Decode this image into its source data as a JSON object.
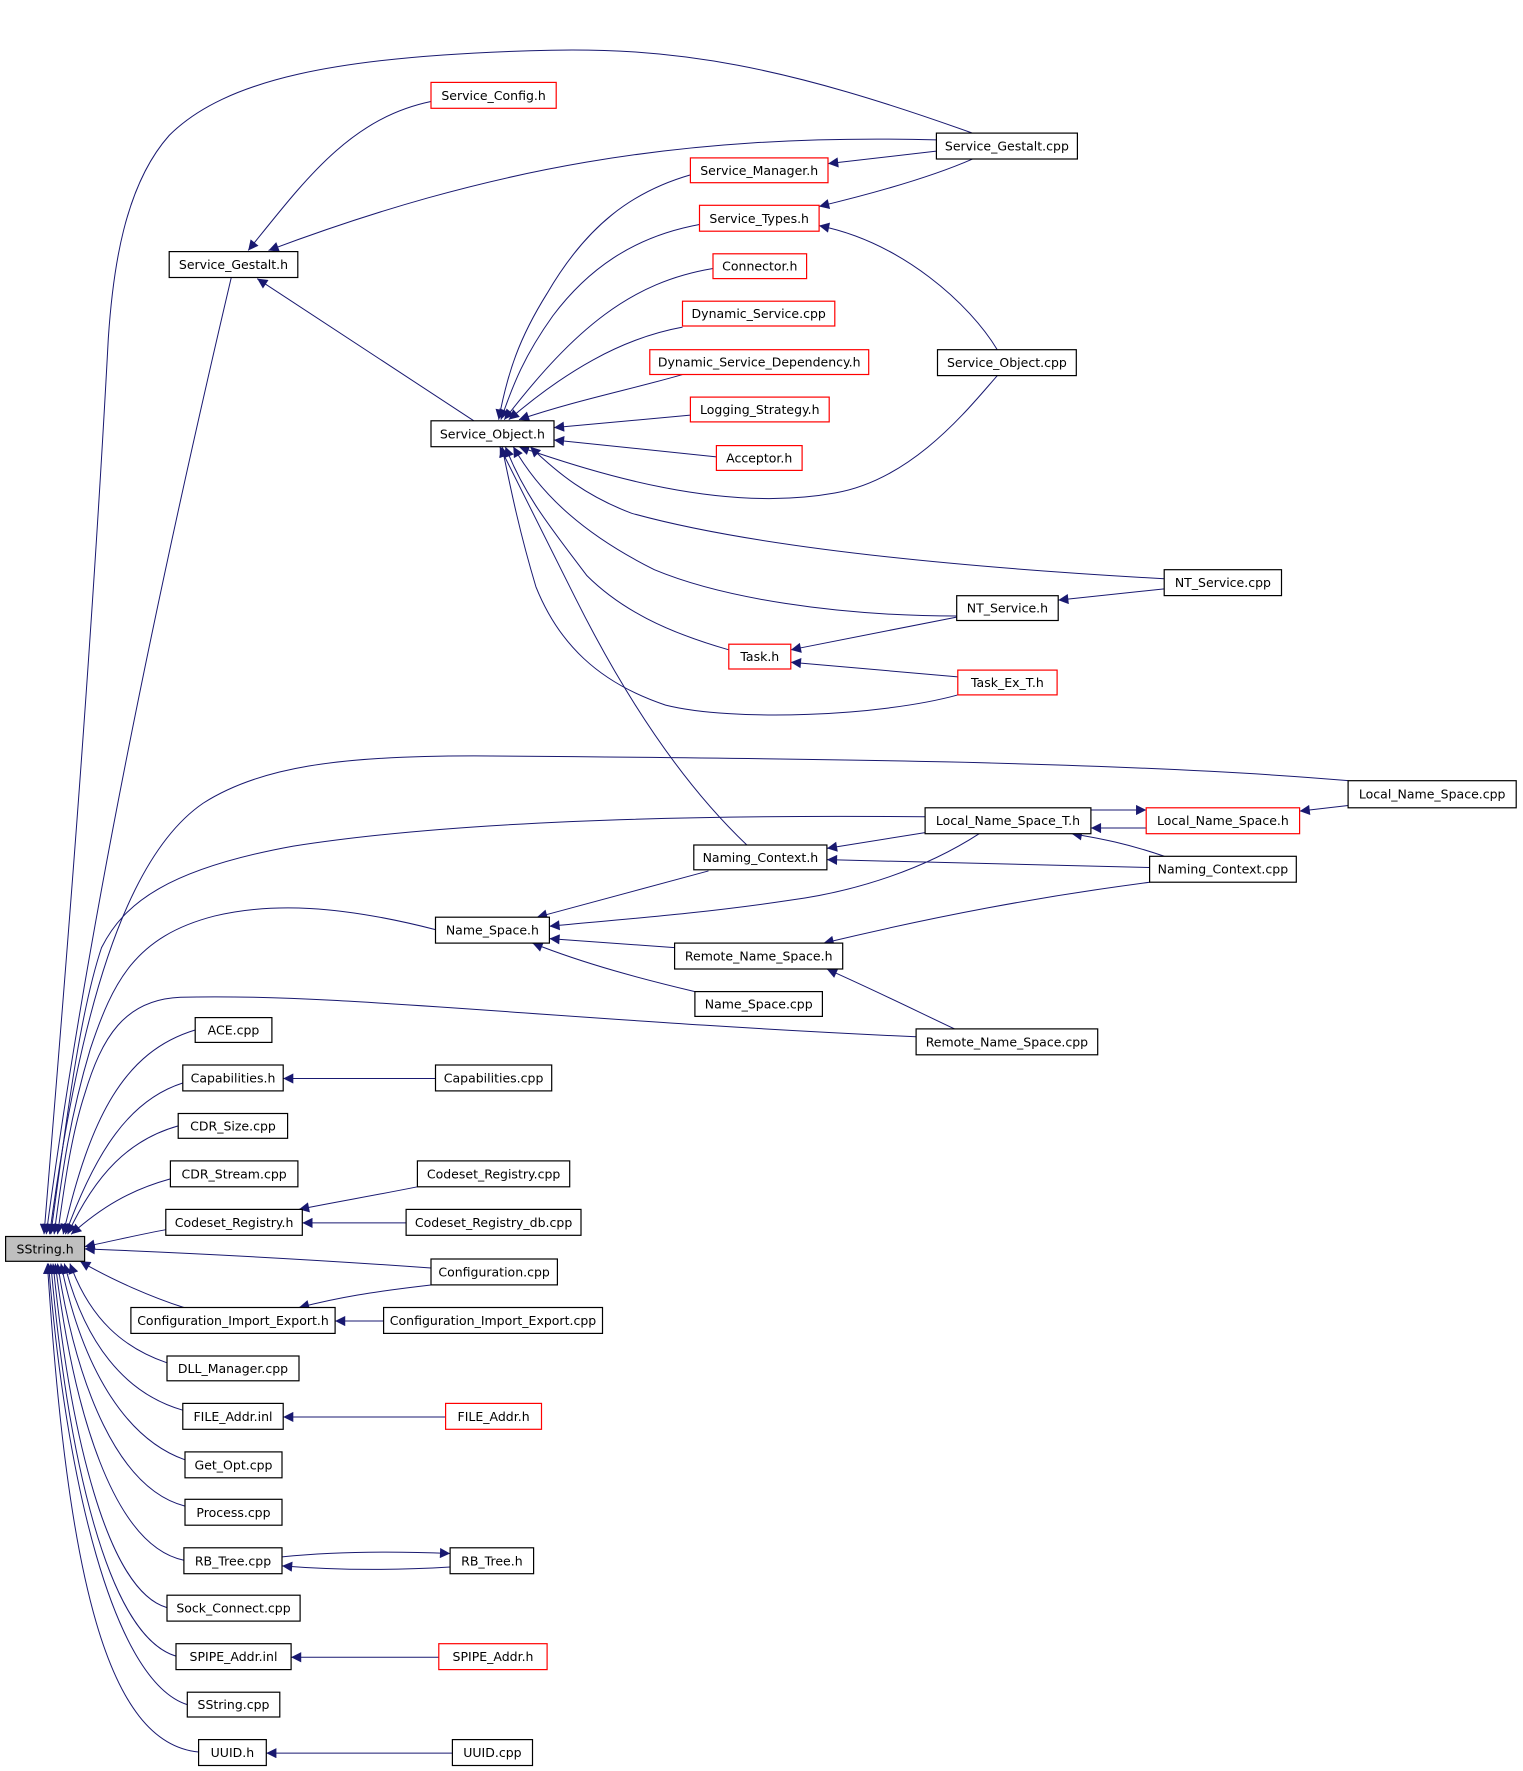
{
  "colors": {
    "edge": "#191970",
    "node_border": "#000000",
    "truncated_border": "#ff0000",
    "root_fill": "#bfbfbf"
  },
  "nodes": [
    {
      "id": "sstring_h",
      "label": "SString.h",
      "root": true,
      "truncated": false
    },
    {
      "id": "service_config_h",
      "label": "Service_Config.h",
      "truncated": true
    },
    {
      "id": "service_gestalt_cpp",
      "label": "Service_Gestalt.cpp",
      "truncated": false
    },
    {
      "id": "service_manager_h",
      "label": "Service_Manager.h",
      "truncated": true
    },
    {
      "id": "service_types_h",
      "label": "Service_Types.h",
      "truncated": true
    },
    {
      "id": "service_gestalt_h",
      "label": "Service_Gestalt.h",
      "truncated": false
    },
    {
      "id": "connector_h",
      "label": "Connector.h",
      "truncated": true
    },
    {
      "id": "dynamic_service_cpp",
      "label": "Dynamic_Service.cpp",
      "truncated": true
    },
    {
      "id": "dynamic_service_dependency_h",
      "label": "Dynamic_Service_Dependency.h",
      "truncated": true
    },
    {
      "id": "service_object_cpp",
      "label": "Service_Object.cpp",
      "truncated": false
    },
    {
      "id": "logging_strategy_h",
      "label": "Logging_Strategy.h",
      "truncated": true
    },
    {
      "id": "service_object_h",
      "label": "Service_Object.h",
      "truncated": false
    },
    {
      "id": "acceptor_h",
      "label": "Acceptor.h",
      "truncated": true
    },
    {
      "id": "nt_service_cpp",
      "label": "NT_Service.cpp",
      "truncated": false
    },
    {
      "id": "nt_service_h",
      "label": "NT_Service.h",
      "truncated": false
    },
    {
      "id": "task_h",
      "label": "Task.h",
      "truncated": true
    },
    {
      "id": "task_ex_t_h",
      "label": "Task_Ex_T.h",
      "truncated": true
    },
    {
      "id": "local_name_space_cpp",
      "label": "Local_Name_Space.cpp",
      "truncated": false
    },
    {
      "id": "local_name_space_t_h",
      "label": "Local_Name_Space_T.h",
      "truncated": false
    },
    {
      "id": "local_name_space_h",
      "label": "Local_Name_Space.h",
      "truncated": true
    },
    {
      "id": "naming_context_h",
      "label": "Naming_Context.h",
      "truncated": false
    },
    {
      "id": "naming_context_cpp",
      "label": "Naming_Context.cpp",
      "truncated": false
    },
    {
      "id": "name_space_h",
      "label": "Name_Space.h",
      "truncated": false
    },
    {
      "id": "remote_name_space_h",
      "label": "Remote_Name_Space.h",
      "truncated": false
    },
    {
      "id": "name_space_cpp",
      "label": "Name_Space.cpp",
      "truncated": false
    },
    {
      "id": "remote_name_space_cpp",
      "label": "Remote_Name_Space.cpp",
      "truncated": false
    },
    {
      "id": "ace_cpp",
      "label": "ACE.cpp",
      "truncated": false
    },
    {
      "id": "capabilities_h",
      "label": "Capabilities.h",
      "truncated": false
    },
    {
      "id": "capabilities_cpp",
      "label": "Capabilities.cpp",
      "truncated": false
    },
    {
      "id": "cdr_size_cpp",
      "label": "CDR_Size.cpp",
      "truncated": false
    },
    {
      "id": "cdr_stream_cpp",
      "label": "CDR_Stream.cpp",
      "truncated": false
    },
    {
      "id": "codeset_registry_cpp",
      "label": "Codeset_Registry.cpp",
      "truncated": false
    },
    {
      "id": "codeset_registry_h",
      "label": "Codeset_Registry.h",
      "truncated": false
    },
    {
      "id": "codeset_registry_db_cpp",
      "label": "Codeset_Registry_db.cpp",
      "truncated": false
    },
    {
      "id": "configuration_cpp",
      "label": "Configuration.cpp",
      "truncated": false
    },
    {
      "id": "configuration_import_export_h",
      "label": "Configuration_Import_Export.h",
      "truncated": false
    },
    {
      "id": "configuration_import_export_cpp",
      "label": "Configuration_Import_Export.cpp",
      "truncated": false
    },
    {
      "id": "dll_manager_cpp",
      "label": "DLL_Manager.cpp",
      "truncated": false
    },
    {
      "id": "file_addr_inl",
      "label": "FILE_Addr.inl",
      "truncated": false
    },
    {
      "id": "file_addr_h",
      "label": "FILE_Addr.h",
      "truncated": true
    },
    {
      "id": "get_opt_cpp",
      "label": "Get_Opt.cpp",
      "truncated": false
    },
    {
      "id": "process_cpp",
      "label": "Process.cpp",
      "truncated": false
    },
    {
      "id": "rb_tree_cpp",
      "label": "RB_Tree.cpp",
      "truncated": false
    },
    {
      "id": "rb_tree_h",
      "label": "RB_Tree.h",
      "truncated": false
    },
    {
      "id": "sock_connect_cpp",
      "label": "Sock_Connect.cpp",
      "truncated": false
    },
    {
      "id": "spipe_addr_inl",
      "label": "SPIPE_Addr.inl",
      "truncated": false
    },
    {
      "id": "spipe_addr_h",
      "label": "SPIPE_Addr.h",
      "truncated": true
    },
    {
      "id": "sstring_cpp",
      "label": "SString.cpp",
      "truncated": false
    },
    {
      "id": "uuid_h",
      "label": "UUID.h",
      "truncated": false
    },
    {
      "id": "uuid_cpp",
      "label": "UUID.cpp",
      "truncated": false
    }
  ],
  "edges": [
    {
      "from": "service_gestalt_h",
      "to": "sstring_h"
    },
    {
      "from": "service_gestalt_cpp",
      "to": "sstring_h"
    },
    {
      "from": "local_name_space_cpp",
      "to": "sstring_h"
    },
    {
      "from": "local_name_space_t_h",
      "to": "sstring_h"
    },
    {
      "from": "name_space_h",
      "to": "sstring_h"
    },
    {
      "from": "remote_name_space_cpp",
      "to": "sstring_h"
    },
    {
      "from": "ace_cpp",
      "to": "sstring_h"
    },
    {
      "from": "capabilities_h",
      "to": "sstring_h"
    },
    {
      "from": "cdr_size_cpp",
      "to": "sstring_h"
    },
    {
      "from": "cdr_stream_cpp",
      "to": "sstring_h"
    },
    {
      "from": "codeset_registry_h",
      "to": "sstring_h"
    },
    {
      "from": "configuration_cpp",
      "to": "sstring_h"
    },
    {
      "from": "configuration_import_export_h",
      "to": "sstring_h"
    },
    {
      "from": "dll_manager_cpp",
      "to": "sstring_h"
    },
    {
      "from": "file_addr_inl",
      "to": "sstring_h"
    },
    {
      "from": "get_opt_cpp",
      "to": "sstring_h"
    },
    {
      "from": "process_cpp",
      "to": "sstring_h"
    },
    {
      "from": "rb_tree_cpp",
      "to": "sstring_h"
    },
    {
      "from": "sock_connect_cpp",
      "to": "sstring_h"
    },
    {
      "from": "spipe_addr_inl",
      "to": "sstring_h"
    },
    {
      "from": "sstring_cpp",
      "to": "sstring_h"
    },
    {
      "from": "uuid_h",
      "to": "sstring_h"
    },
    {
      "from": "service_config_h",
      "to": "service_gestalt_h"
    },
    {
      "from": "service_gestalt_cpp",
      "to": "service_gestalt_h"
    },
    {
      "from": "service_object_h",
      "to": "service_gestalt_h"
    },
    {
      "from": "service_gestalt_cpp",
      "to": "service_manager_h"
    },
    {
      "from": "service_gestalt_cpp",
      "to": "service_types_h"
    },
    {
      "from": "service_object_cpp",
      "to": "service_types_h"
    },
    {
      "from": "service_manager_h",
      "to": "service_object_h"
    },
    {
      "from": "service_types_h",
      "to": "service_object_h"
    },
    {
      "from": "connector_h",
      "to": "service_object_h"
    },
    {
      "from": "dynamic_service_cpp",
      "to": "service_object_h"
    },
    {
      "from": "dynamic_service_dependency_h",
      "to": "service_object_h"
    },
    {
      "from": "logging_strategy_h",
      "to": "service_object_h"
    },
    {
      "from": "acceptor_h",
      "to": "service_object_h"
    },
    {
      "from": "service_object_cpp",
      "to": "service_object_h"
    },
    {
      "from": "nt_service_cpp",
      "to": "service_object_h"
    },
    {
      "from": "nt_service_h",
      "to": "service_object_h"
    },
    {
      "from": "task_h",
      "to": "service_object_h"
    },
    {
      "from": "task_ex_t_h",
      "to": "service_object_h"
    },
    {
      "from": "naming_context_h",
      "to": "service_object_h"
    },
    {
      "from": "nt_service_cpp",
      "to": "nt_service_h"
    },
    {
      "from": "nt_service_h",
      "to": "task_h"
    },
    {
      "from": "task_ex_t_h",
      "to": "task_h"
    },
    {
      "from": "local_name_space_cpp",
      "to": "local_name_space_h"
    },
    {
      "from": "local_name_space_t_h",
      "to": "local_name_space_h"
    },
    {
      "from": "local_name_space_h",
      "to": "local_name_space_t_h"
    },
    {
      "from": "naming_context_cpp",
      "to": "local_name_space_t_h"
    },
    {
      "from": "local_name_space_t_h",
      "to": "naming_context_h"
    },
    {
      "from": "naming_context_cpp",
      "to": "naming_context_h"
    },
    {
      "from": "naming_context_h",
      "to": "name_space_h"
    },
    {
      "from": "local_name_space_t_h",
      "to": "name_space_h"
    },
    {
      "from": "remote_name_space_h",
      "to": "name_space_h"
    },
    {
      "from": "name_space_cpp",
      "to": "name_space_h"
    },
    {
      "from": "naming_context_cpp",
      "to": "remote_name_space_h"
    },
    {
      "from": "remote_name_space_cpp",
      "to": "remote_name_space_h"
    },
    {
      "from": "capabilities_cpp",
      "to": "capabilities_h"
    },
    {
      "from": "codeset_registry_cpp",
      "to": "codeset_registry_h"
    },
    {
      "from": "codeset_registry_db_cpp",
      "to": "codeset_registry_h"
    },
    {
      "from": "configuration_import_export_cpp",
      "to": "configuration_import_export_h"
    },
    {
      "from": "configuration_cpp",
      "to": "configuration_import_export_h"
    },
    {
      "from": "file_addr_h",
      "to": "file_addr_inl"
    },
    {
      "from": "rb_tree_cpp",
      "to": "rb_tree_h"
    },
    {
      "from": "rb_tree_h",
      "to": "rb_tree_cpp"
    },
    {
      "from": "spipe_addr_h",
      "to": "spipe_addr_inl"
    },
    {
      "from": "uuid_cpp",
      "to": "uuid_h"
    }
  ]
}
